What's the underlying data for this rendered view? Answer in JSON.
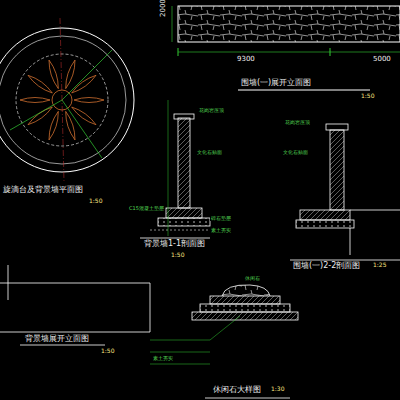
{
  "diagram": {
    "labels": [
      "旋滴台及背景墙平面图",
      "1:50",
      "2000",
      "9300",
      "5000",
      "围墙(一)展开立面图",
      "1:50",
      "背景墙1-1剖面图",
      "1:50",
      "围墙(一)2-2剖面图",
      "1:25",
      "背景墙展开立面图",
      "1:50",
      "休闲石大样图",
      "1:30",
      "花岗岩压顶",
      "文化石贴面",
      "素土夯实",
      "碎石垫层",
      "C15混凝土垫层",
      "文化石贴面",
      "花岗岩压顶",
      "休闲石",
      "素土夯实"
    ]
  }
}
